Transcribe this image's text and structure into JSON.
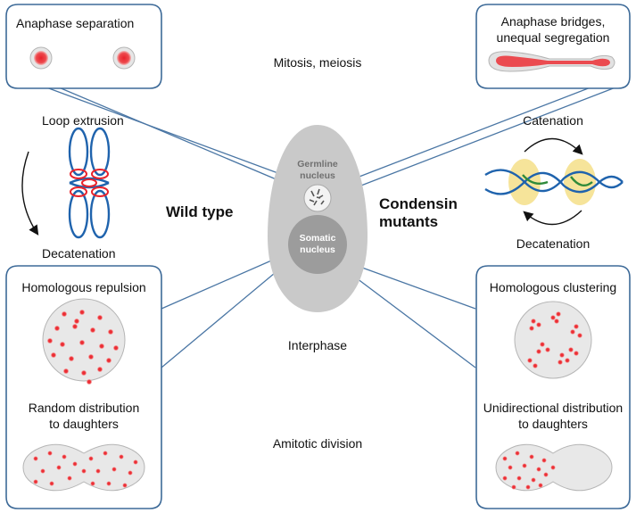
{
  "colors": {
    "panel_stroke": "#3d6a98",
    "connector": "#4a76a4",
    "red": "#e8232c",
    "blue": "#1f63ad",
    "cell_outer": "#c9c9c9",
    "somatic": "#9c9c9c",
    "germline_fill": "#f3f3f3",
    "highlight": "#f6e49a",
    "circle_fill": "#e8e8e8"
  },
  "labels": {
    "anaphase_separation": "Anaphase separation",
    "anaphase_bridges_line1": "Anaphase bridges,",
    "anaphase_bridges_line2": "unequal segregation",
    "mitosis_meiosis": "Mitosis, meiosis",
    "loop_extrusion": "Loop extrusion",
    "decatenation_left": "Decatenation",
    "wild_type": "Wild type",
    "condensin_line1": "Condensin",
    "condensin_line2": "mutants",
    "germline_line1": "Germline",
    "germline_line2": "nucleus",
    "somatic_line1": "Somatic",
    "somatic_line2": "nucleus",
    "catenation": "Catenation",
    "decatenation_right": "Decatenation",
    "homologous_repulsion": "Homologous repulsion",
    "homologous_clustering": "Homologous clustering",
    "interphase": "Interphase",
    "random_line1": "Random distribution",
    "random_line2": "to daughters",
    "unidirectional_line1": "Unidirectional distribution",
    "unidirectional_line2": "to daughters",
    "amitotic_division": "Amitotic division"
  }
}
